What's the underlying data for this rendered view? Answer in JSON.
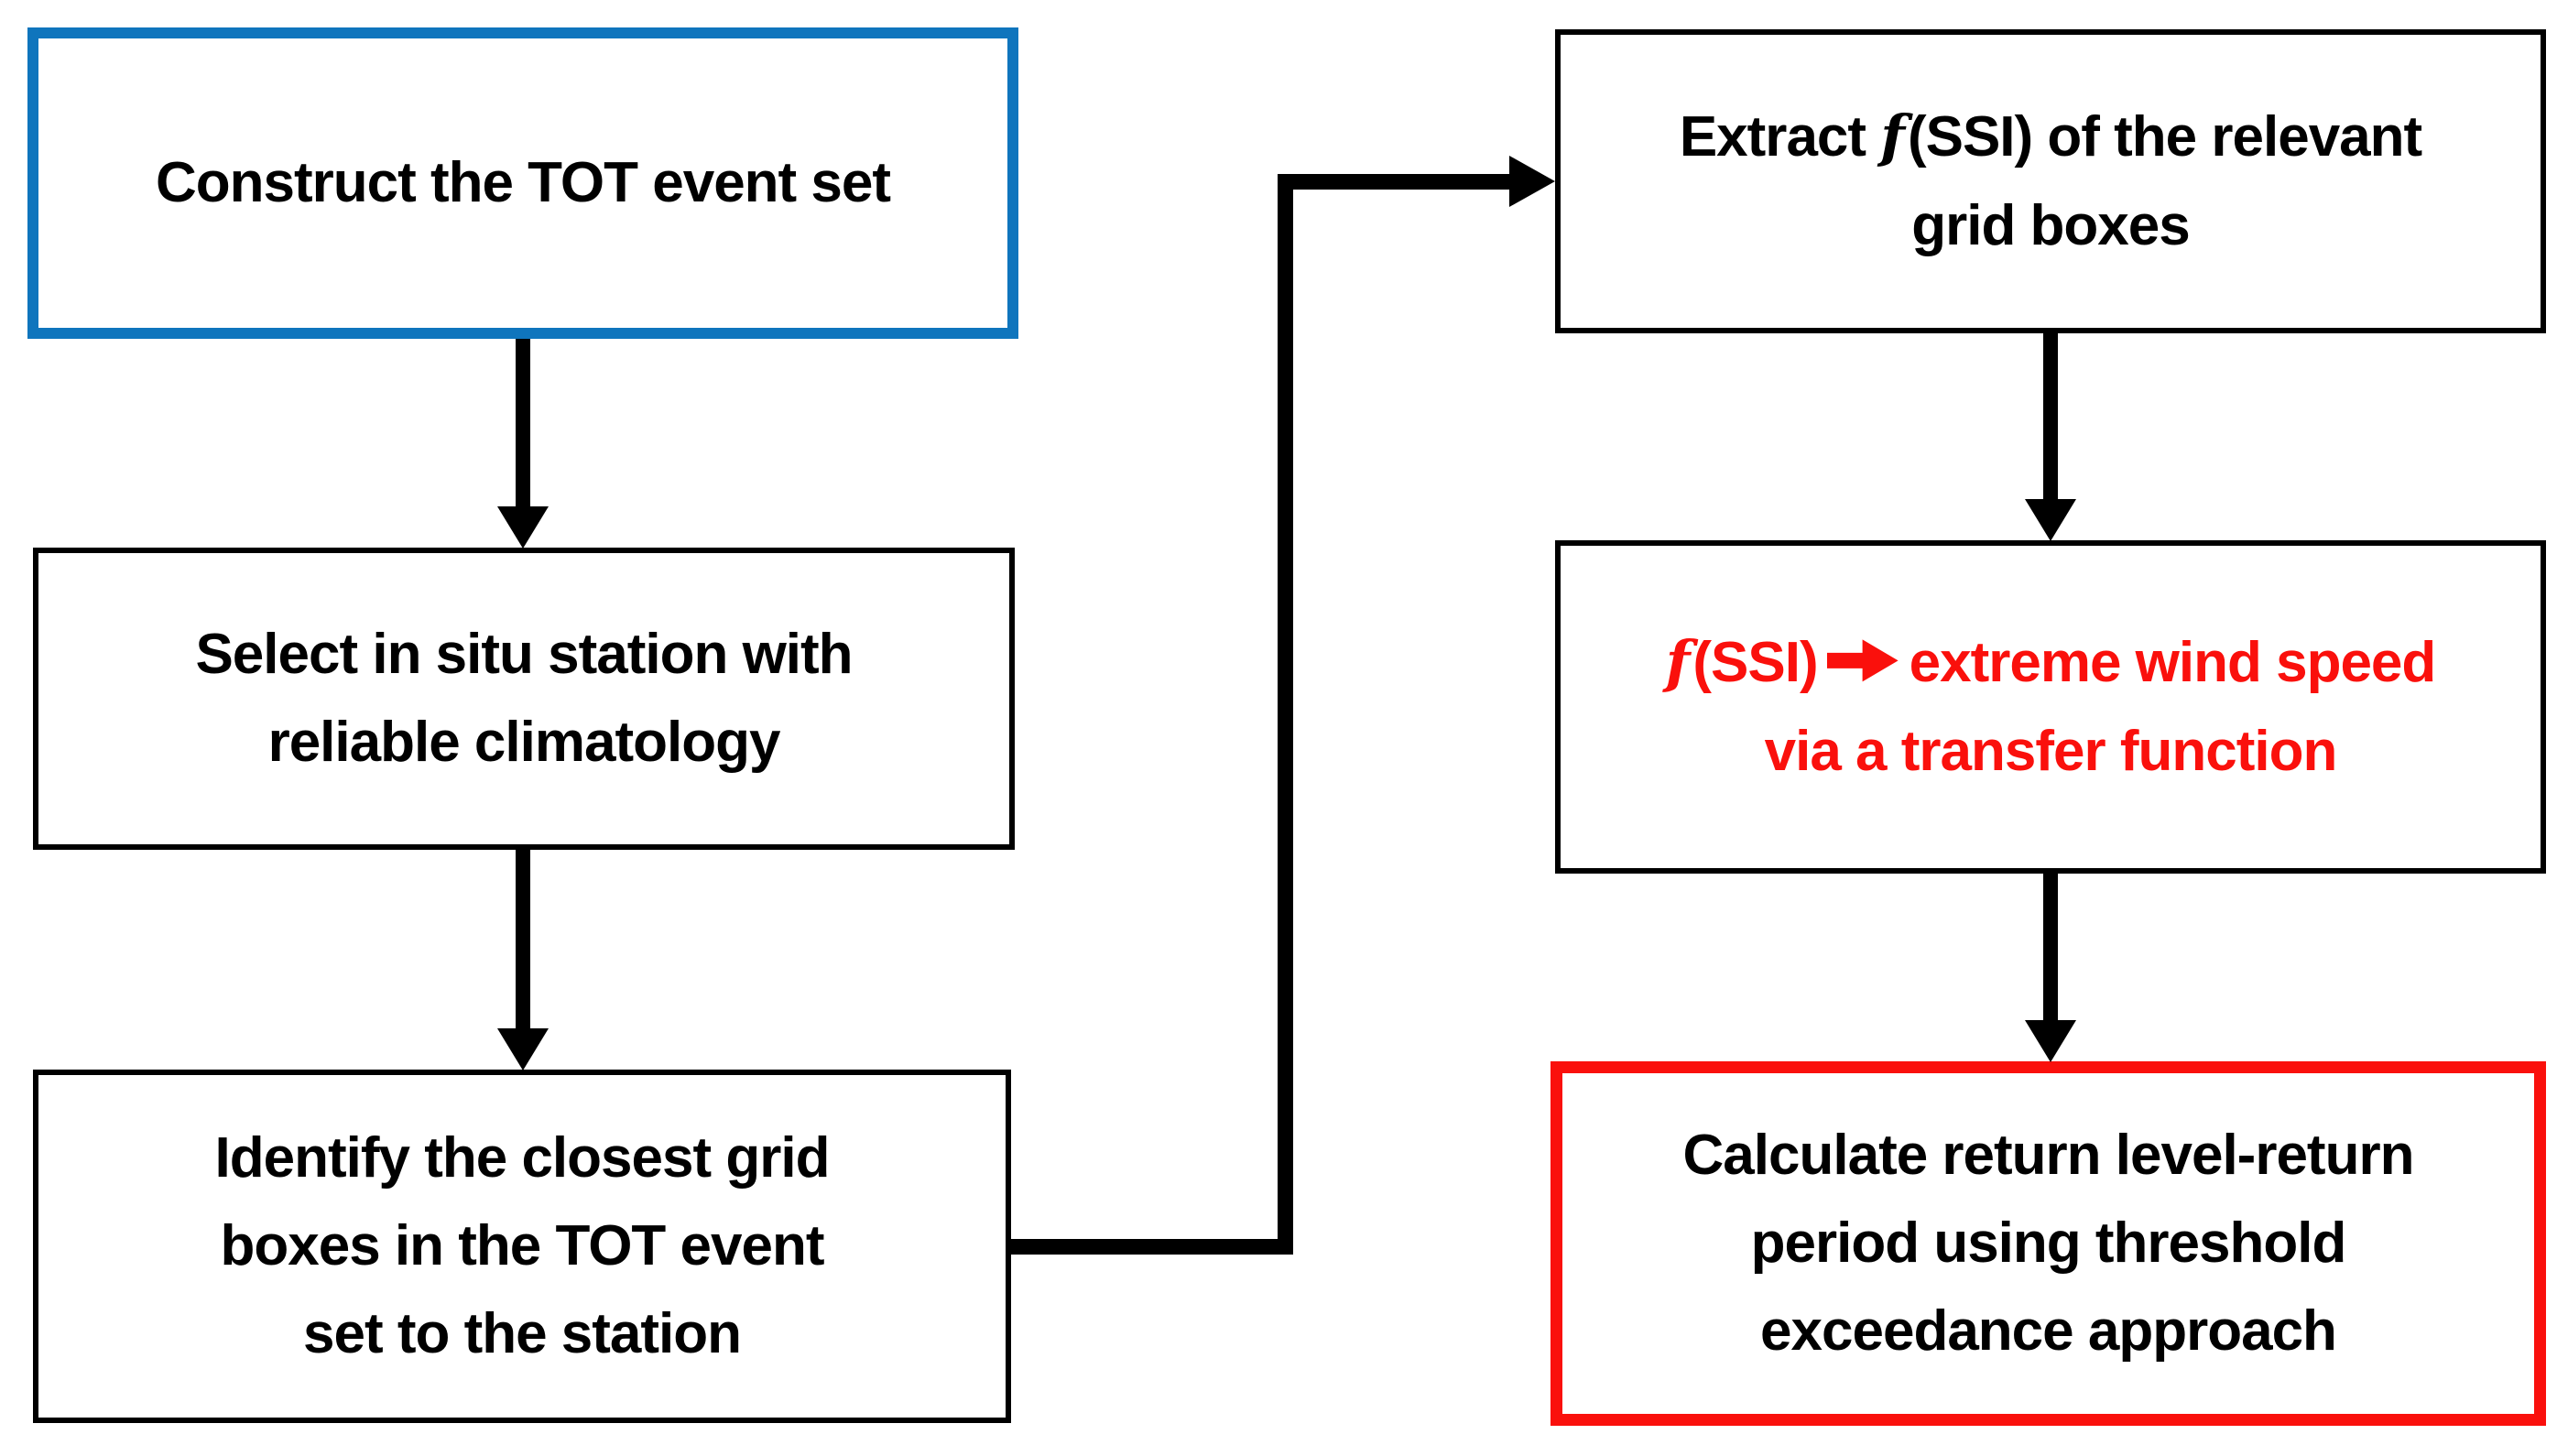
{
  "colors": {
    "blue": "#0F75BD",
    "red": "#FA100C",
    "black": "#000000"
  },
  "boxes": [
    {
      "id": "construct-tot-event-set",
      "border_color": "blue",
      "text_color": "black",
      "lines": [
        [
          {
            "t": "Construct the TOT event set"
          }
        ]
      ]
    },
    {
      "id": "select-in-situ-station",
      "border_color": "black",
      "text_color": "black",
      "lines": [
        [
          {
            "t": "Select in situ station with"
          }
        ],
        [
          {
            "t": "reliable climatology"
          }
        ]
      ]
    },
    {
      "id": "identify-closest-grid-boxes",
      "border_color": "black",
      "text_color": "black",
      "lines": [
        [
          {
            "t": "Identify the closest grid"
          }
        ],
        [
          {
            "t": "boxes in the TOT event"
          }
        ],
        [
          {
            "t": "set to the station"
          }
        ]
      ]
    },
    {
      "id": "extract-fssi",
      "border_color": "black",
      "text_color": "black",
      "lines": [
        [
          {
            "t": "Extract "
          },
          {
            "t": "f",
            "style": "italic"
          },
          {
            "t": "(SSI) of the relevant"
          }
        ],
        [
          {
            "t": "grid boxes"
          }
        ]
      ]
    },
    {
      "id": "fssi-to-extreme-wind-speed",
      "border_color": "black",
      "text_color": "red",
      "lines": [
        [
          {
            "t": "f",
            "style": "italic"
          },
          {
            "t": "(SSI)"
          },
          {
            "icon": "arrow-right"
          },
          {
            "t": "extreme wind speed"
          }
        ],
        [
          {
            "t": "via a transfer function"
          }
        ]
      ]
    },
    {
      "id": "calculate-return-level",
      "border_color": "red",
      "text_color": "black",
      "lines": [
        [
          {
            "t": "Calculate return level-return"
          }
        ],
        [
          {
            "t": "period using threshold"
          }
        ],
        [
          {
            "t": "exceedance approach"
          }
        ]
      ]
    }
  ]
}
